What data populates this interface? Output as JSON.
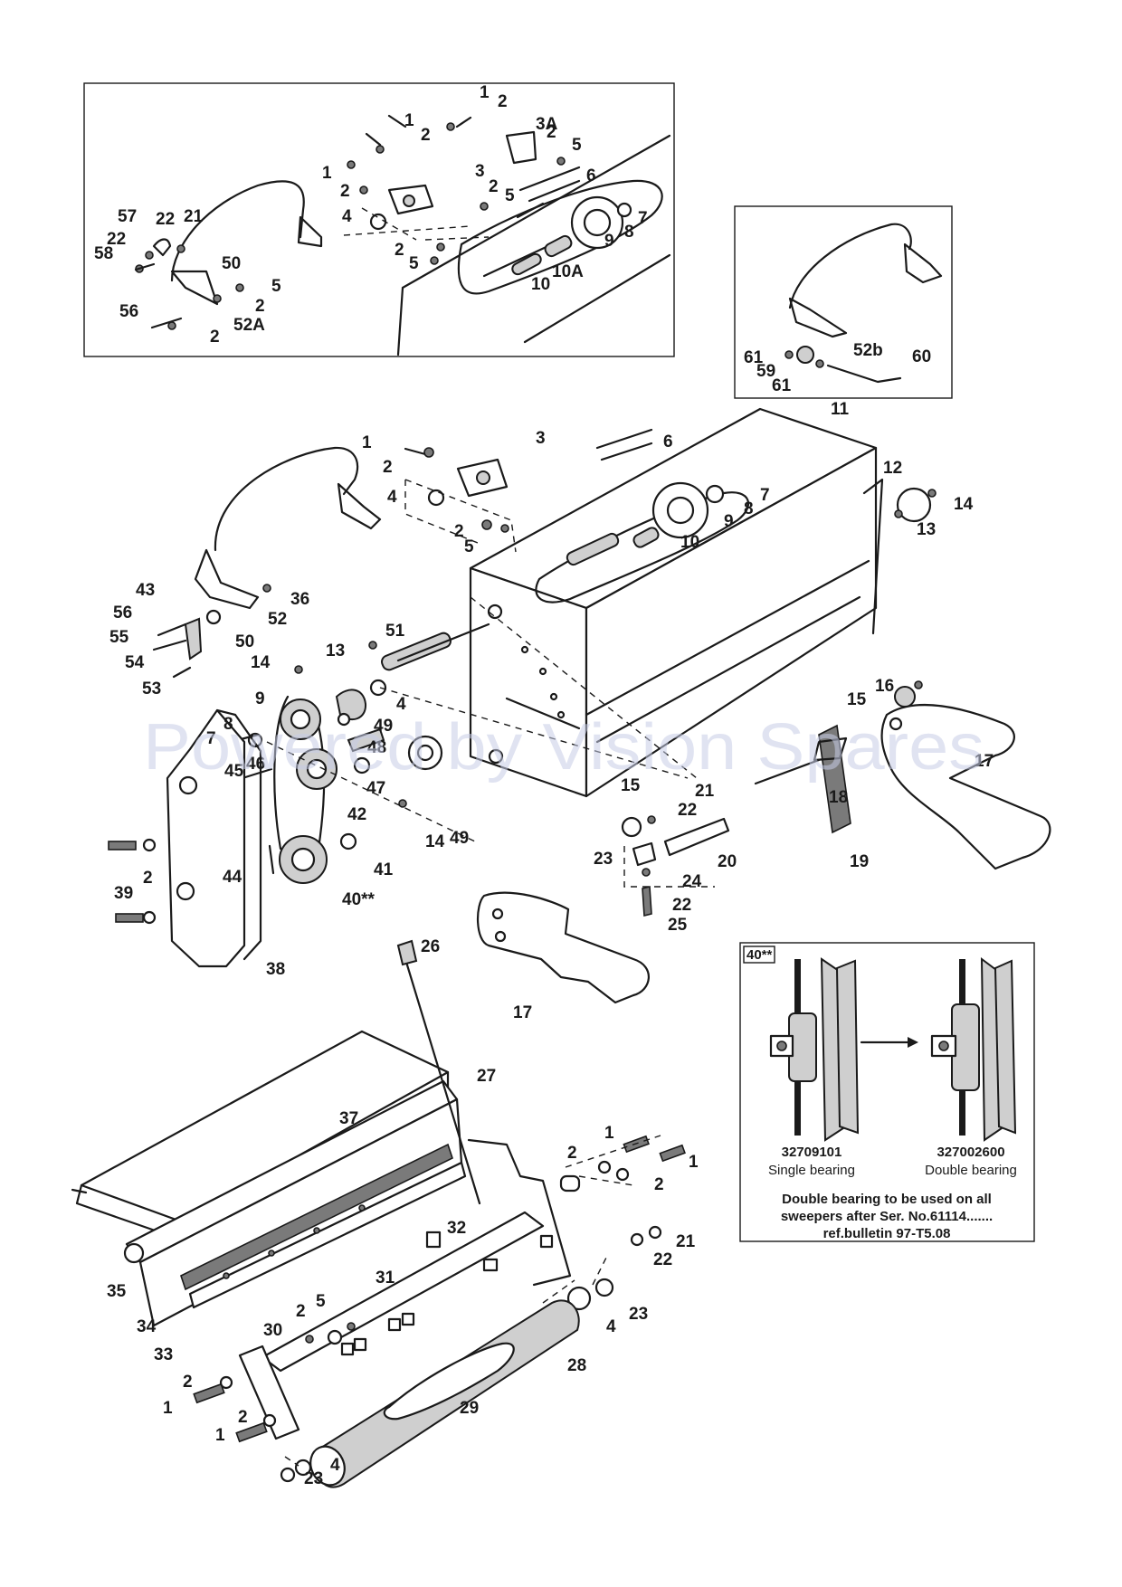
{
  "watermark": "Powered by Vision Spares",
  "labels": [
    "1",
    "2",
    "3",
    "3A",
    "4",
    "5",
    "6",
    "7",
    "8",
    "9",
    "10",
    "10A",
    "11",
    "12",
    "13",
    "14",
    "15",
    "16",
    "17",
    "18",
    "19",
    "20",
    "21",
    "22",
    "23",
    "24",
    "25",
    "26",
    "27",
    "28",
    "29",
    "30",
    "31",
    "32",
    "33",
    "34",
    "35",
    "36",
    "37",
    "38",
    "39",
    "40**",
    "41",
    "42",
    "43",
    "44",
    "45",
    "46",
    "47",
    "48",
    "49",
    "50",
    "51",
    "52",
    "52A",
    "52b",
    "53",
    "54",
    "55",
    "56",
    "57",
    "58",
    "59",
    "60",
    "61"
  ],
  "inset": {
    "tag": "40**",
    "left_part_number": "32709101",
    "left_caption": "Single bearing",
    "right_part_number": "327002600",
    "right_caption": "Double bearing",
    "note_line1": "Double bearing to be used on all",
    "note_line2": "sweepers after Ser. No.61114.......",
    "note_line3": "ref.bulletin 97-T5.08"
  },
  "colors": {
    "line": "#1a1a1a",
    "watermark": "#c7cde6",
    "shade": "#cfcfcf"
  }
}
